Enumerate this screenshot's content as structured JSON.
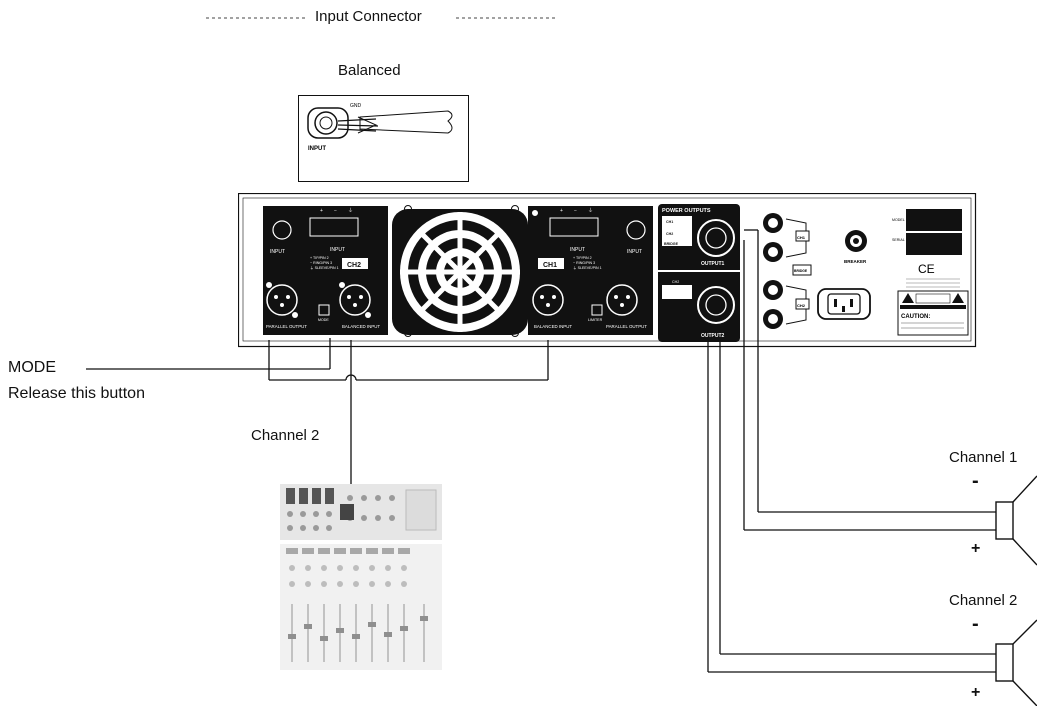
{
  "header": {
    "title": "Input Connector"
  },
  "connector": {
    "caption": "Balanced",
    "input_label": "INPUT",
    "gnd_label": "GND"
  },
  "amplifier": {
    "ch2": {
      "input_label": "INPUT",
      "input_label_top": "INPUT",
      "pins": [
        "+",
        "−",
        "⏚"
      ],
      "legend": [
        "+ TIP/PIN 2",
        "− RING/PIN 3",
        "⏚ SLEEVE/PIN 1"
      ],
      "badge": "CH2",
      "parallel_output": "PARALLEL OUTPUT",
      "balanced_input": "BALANCED INPUT",
      "mode_label": "MODE"
    },
    "ch1": {
      "input_label": "INPUT",
      "input_label_top": "INPUT",
      "pins": [
        "+",
        "−",
        "⏚"
      ],
      "legend": [
        "+ TIP/PIN 2",
        "− RING/PIN 3",
        "⏚ SLEEVE/PIN 1"
      ],
      "badge": "CH1",
      "balanced_input": "BALANCED INPUT",
      "parallel_output": "PARALLEL OUTPUT",
      "limiter_label": "LIMITER"
    },
    "power_outputs": {
      "title": "POWER OUTPUTS",
      "output1": "OUTPUT1",
      "output2": "OUTPUT2",
      "ch1": "CH1",
      "ch2": "CH2",
      "bridge": "BRIDGE"
    },
    "binding": {
      "ch1": "CH1",
      "ch2": "CH2",
      "bridge": "BRIDGE"
    },
    "breaker": "BREAKER",
    "model_label": "MODEL",
    "serial_label": "SERIAL",
    "ce_mark": "CE",
    "caution": "CAUTION:"
  },
  "annotations": {
    "mode_line1": "MODE",
    "mode_line2": "Release this button",
    "channel2_mixer": "Channel 2",
    "speaker1_label": "Channel 1",
    "speaker2_label": "Channel 2",
    "minus": "-",
    "plus": "+"
  },
  "colors": {
    "panel": "#111111",
    "line": "#111111",
    "background": "#ffffff"
  }
}
